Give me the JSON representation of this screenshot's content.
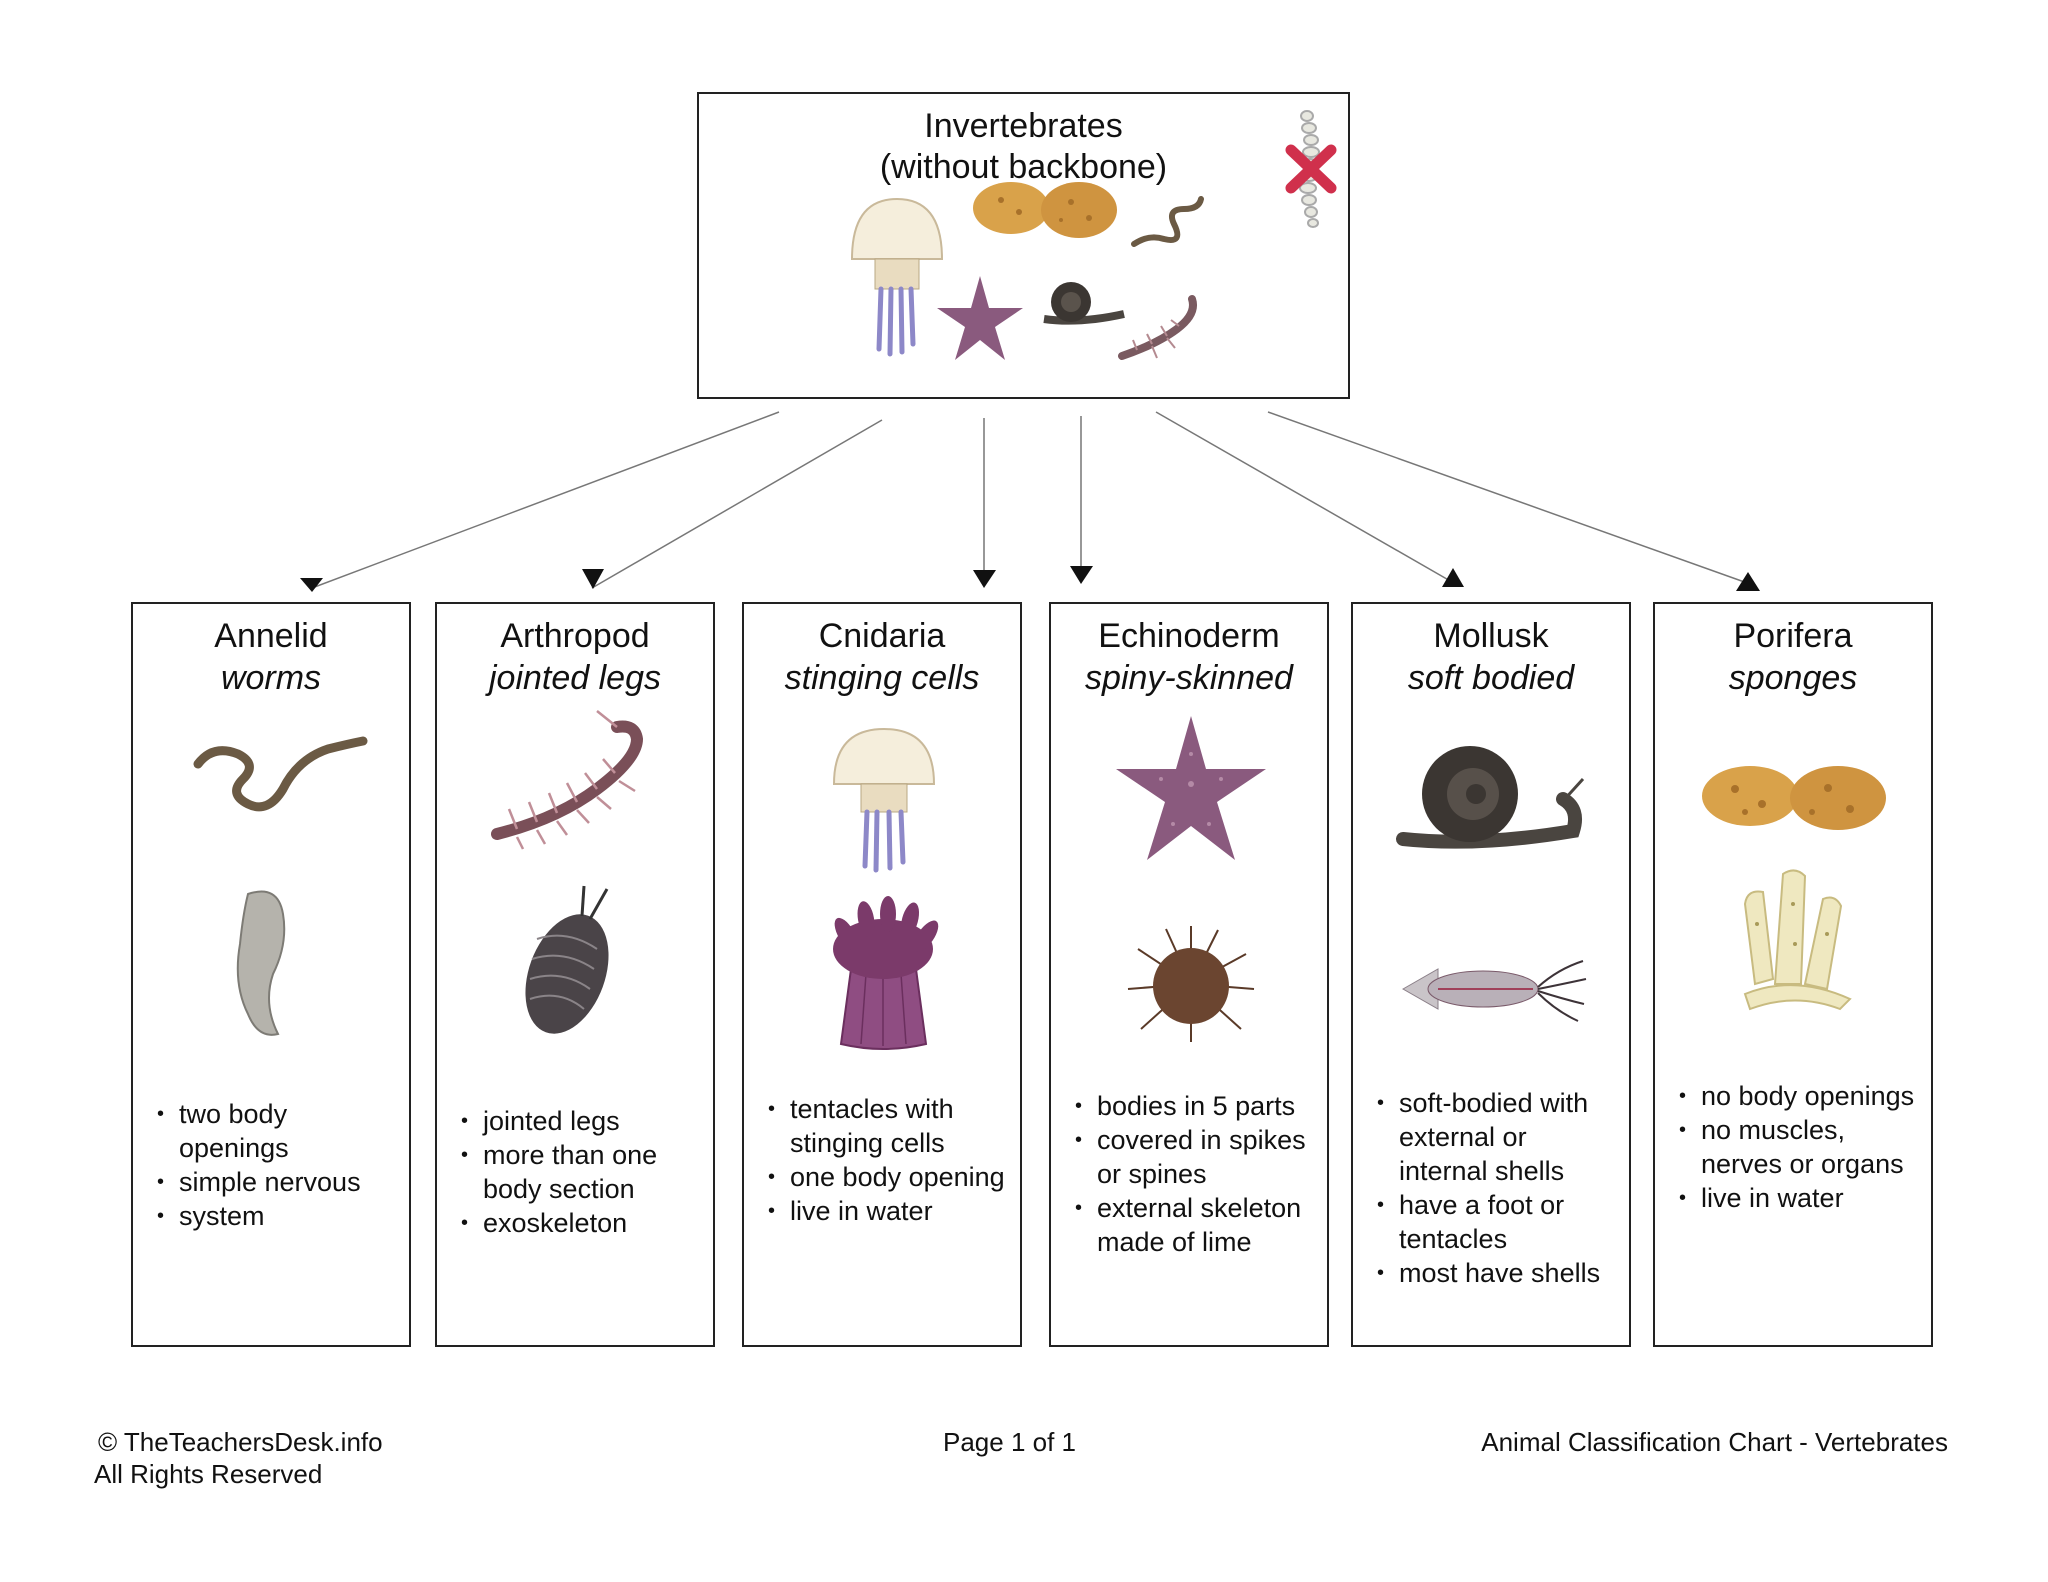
{
  "root": {
    "title_line1": "Invertebrates",
    "title_line2": "(without backbone)"
  },
  "categories": [
    {
      "name": "Annelid",
      "subtitle": "worms",
      "bullets": [
        "two body openings",
        "simple nervous",
        "system"
      ]
    },
    {
      "name": "Arthropod",
      "subtitle": "jointed legs",
      "bullets": [
        "jointed legs",
        "more than one body section",
        "exoskeleton"
      ]
    },
    {
      "name": "Cnidaria",
      "subtitle": "stinging cells",
      "bullets": [
        "tentacles with stinging cells",
        "one body opening",
        "live in water"
      ]
    },
    {
      "name": "Echinoderm",
      "subtitle": "spiny-skinned",
      "bullets": [
        "bodies in 5 parts",
        "covered in spikes or spines",
        "external skeleton  made of lime"
      ]
    },
    {
      "name": "Mollusk",
      "subtitle": "soft bodied",
      "bullets": [
        "soft-bodied with external or internal  shells",
        "have a foot or tentacles",
        "most have shells"
      ]
    },
    {
      "name": "Porifera",
      "subtitle": "sponges",
      "bullets": [
        "no body openings",
        "no muscles, nerves or organs",
        "live in water"
      ]
    }
  ],
  "footer": {
    "copyright_line1": "© TheTeachersDesk.info",
    "copyright_line2": "All Rights Reserved",
    "page": "Page 1 of 1",
    "doc_title": "Animal Classification Chart - Vertebrates"
  },
  "colors": {
    "border": "#222222",
    "arrow": "#777777",
    "sponge": "#d9a24a",
    "starfish": "#8a5a7e",
    "anemone": "#7b3a6a",
    "backbone_x": "#d0304c"
  }
}
